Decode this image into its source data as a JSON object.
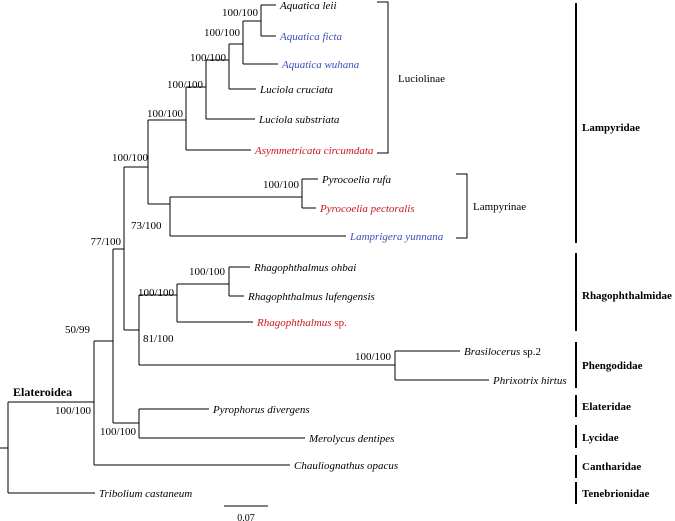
{
  "colors": {
    "black": "#000000",
    "blue": "#3b4fb8",
    "red": "#c8171e"
  },
  "root_label": "Elateroidea",
  "scale_bar": "0.07",
  "tips": [
    {
      "pre": "Aquatica leii",
      "post": "",
      "color": "black"
    },
    {
      "pre": "Aquatica ficta",
      "post": "",
      "color": "blue"
    },
    {
      "pre": "Aquatica wuhana",
      "post": "",
      "color": "blue"
    },
    {
      "pre": "Luciola cruciata",
      "post": "",
      "color": "black"
    },
    {
      "pre": "Luciola substriata",
      "post": "",
      "color": "black"
    },
    {
      "pre": "Asymmetricata circumdata",
      "post": "",
      "color": "red"
    },
    {
      "pre": "Pyrocoelia rufa",
      "post": "",
      "color": "black"
    },
    {
      "pre": "Pyrocoelia pectoralis",
      "post": "",
      "color": "red"
    },
    {
      "pre": "Lamprigera yunnana",
      "post": "",
      "color": "blue"
    },
    {
      "pre": "Rhagophthalmus ohbai",
      "post": "",
      "color": "black"
    },
    {
      "pre": "Rhagophthalmus lufengensis",
      "post": "",
      "color": "black"
    },
    {
      "pre": "Rhagophthalmus",
      "post": " sp.",
      "color": "red"
    },
    {
      "pre": "Brasilocerus",
      "post": " sp.2",
      "color": "black"
    },
    {
      "pre": "Phrixotrix hirtus",
      "post": "",
      "color": "black"
    },
    {
      "pre": "Pyrophorus divergens",
      "post": "",
      "color": "black"
    },
    {
      "pre": "Merolycus dentipes",
      "post": "",
      "color": "black"
    },
    {
      "pre": "Chauliognathus opacus",
      "post": "",
      "color": "black"
    },
    {
      "pre": "Tribolium castaneum",
      "post": "",
      "color": "black"
    }
  ],
  "supports": [
    "100/100",
    "100/100",
    "100/100",
    "100/100",
    "100/100",
    "100/100",
    "73/100",
    "100/100",
    "100/100",
    "100/100",
    "81/100",
    "77/100",
    "100/100",
    "100/100",
    "50/99",
    "100/100"
  ],
  "subfamilies": [
    "Luciolinae",
    "Lampyrinae"
  ],
  "families": [
    "Lampyridae",
    "Rhagophthalmidae",
    "Phengodidae",
    "Elateridae",
    "Lycidae",
    "Cantharidae",
    "Tenebrionidae"
  ]
}
